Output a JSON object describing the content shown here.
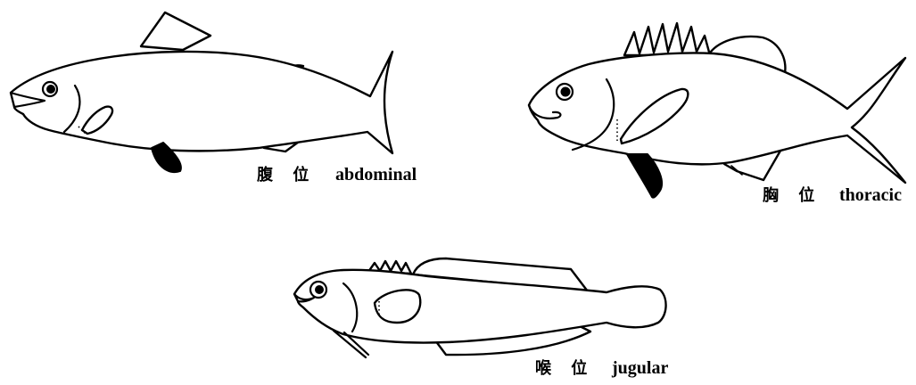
{
  "labels": [
    {
      "zh": "腹 位",
      "en": "abdominal"
    },
    {
      "zh": "胸 位",
      "en": "thoracic"
    },
    {
      "zh": "喉 位",
      "en": "jugular"
    }
  ],
  "colors": {
    "ink": "#000000",
    "background": "#ffffff",
    "pelvic_fin_fill": "#000000"
  }
}
